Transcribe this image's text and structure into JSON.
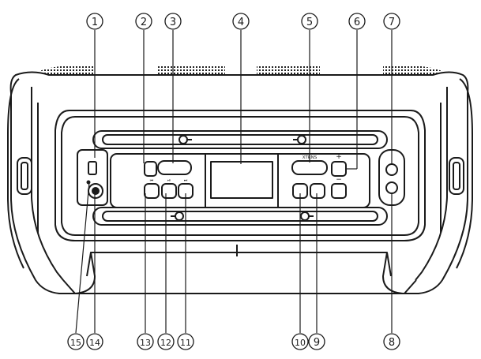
{
  "callouts": {
    "top": [
      "1",
      "2",
      "3",
      "4",
      "5",
      "6",
      "7"
    ],
    "bottom": [
      "15",
      "14",
      "13",
      "12",
      "11",
      "10",
      "9",
      "8"
    ]
  },
  "panel": {
    "preset_label": "XTRNS"
  },
  "glyphs": {
    "plus": "+",
    "minus": "−",
    "prev": "⏮",
    "play_pause": "⏯",
    "next": "⏭"
  },
  "colors": {
    "line": "#1a1a1a",
    "fill": "#ffffff",
    "grille": "#222222"
  }
}
